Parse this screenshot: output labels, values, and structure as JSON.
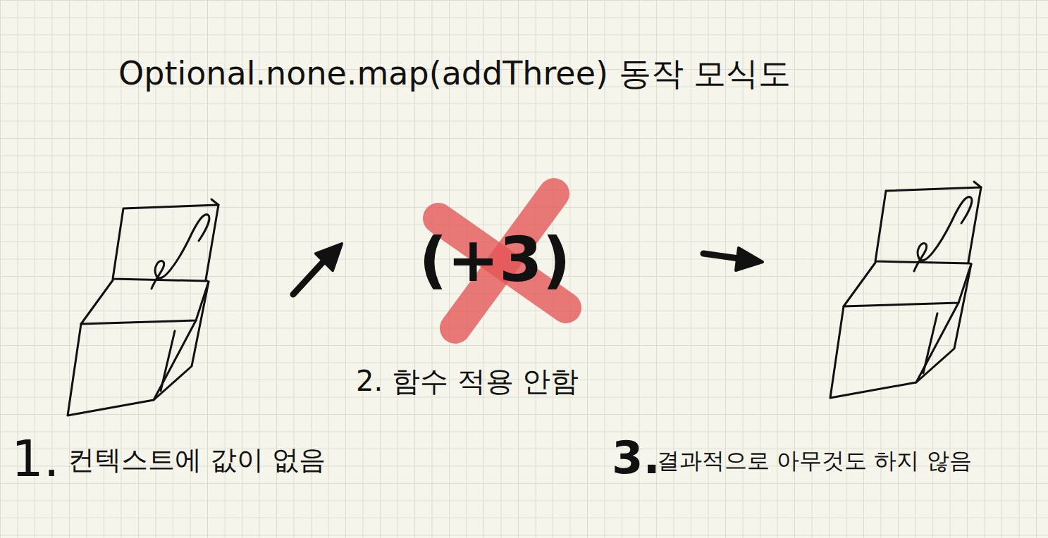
{
  "diagram": {
    "title": "Optional.none.map(addThree) 동작 모식도",
    "labels": [
      "(+3)",
      "2. 함수 적용 안함",
      "1.",
      "컨텍스트에 값이 없음",
      "3.",
      "결과적으로 아무것도 하지 않음"
    ]
  }
}
